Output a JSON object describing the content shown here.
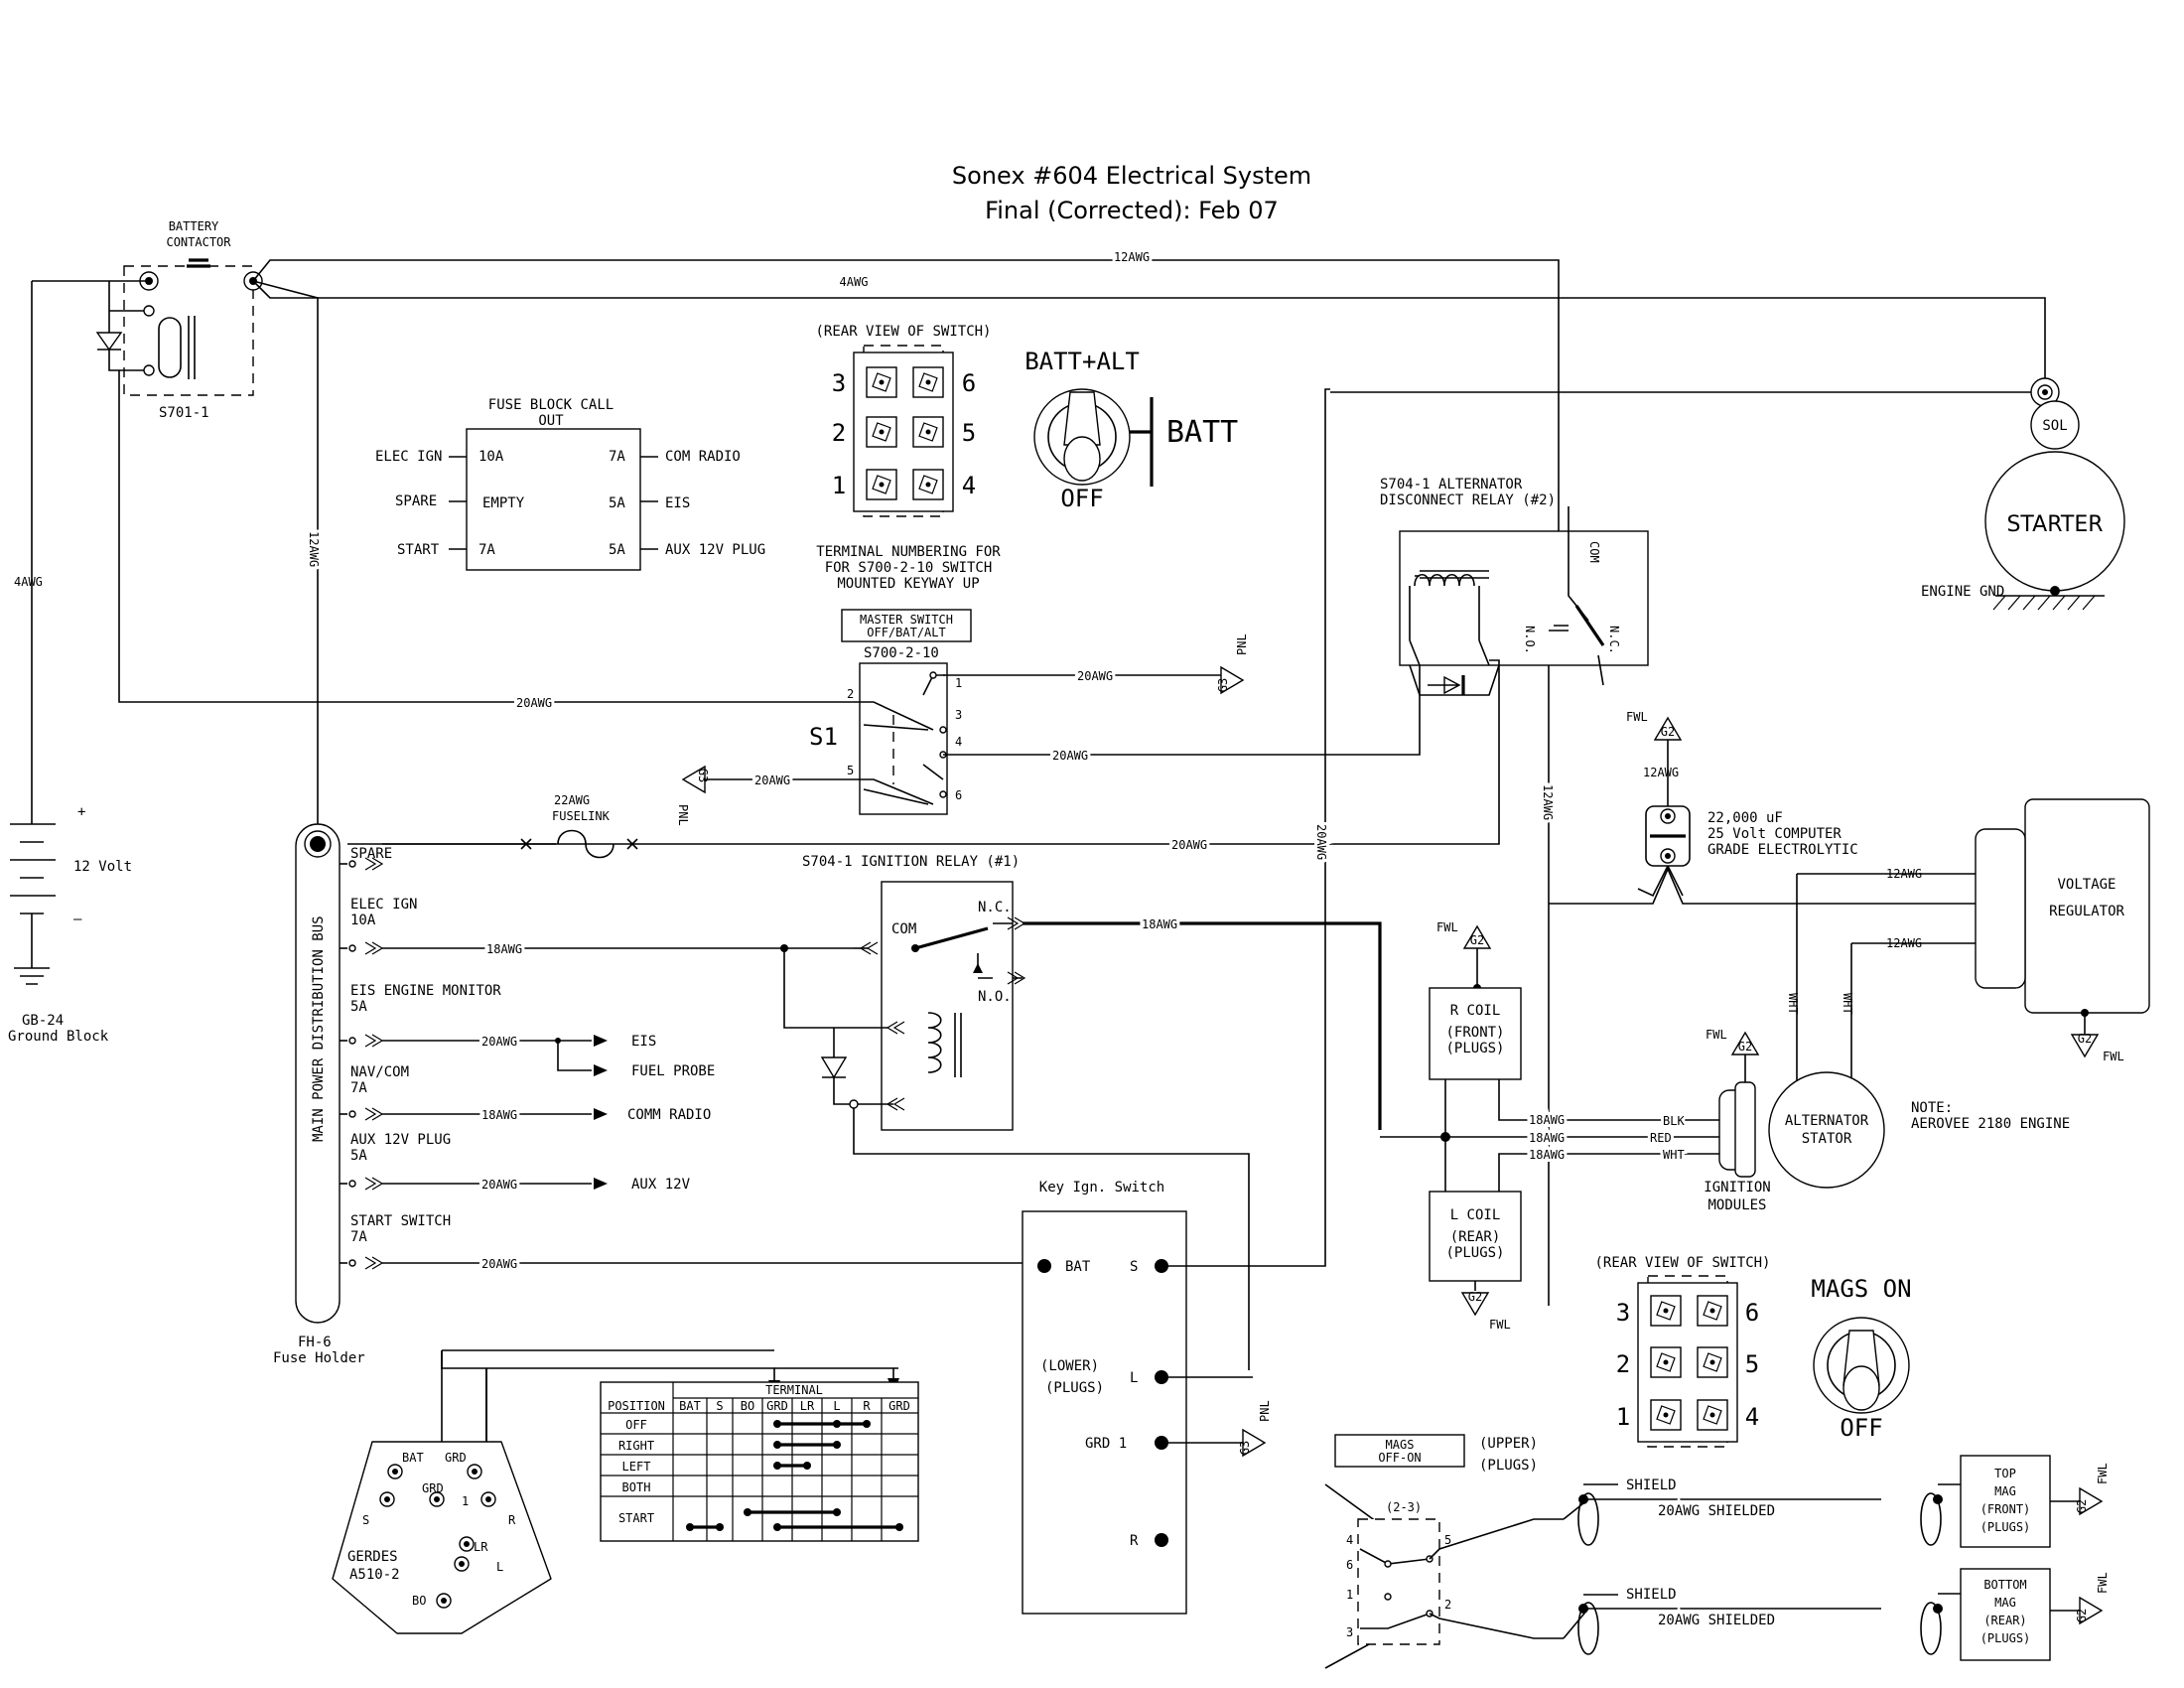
{
  "title": {
    "line1": "Sonex #604 Electrical System",
    "line2": "Final (Corrected): Feb 07"
  },
  "battery_contactor": {
    "label1": "BATTERY",
    "label2": "CONTACTOR",
    "part": "S701-1"
  },
  "battery": {
    "voltage": "12 Volt",
    "plus": "+",
    "minus": "–",
    "ground_block": "GB-24",
    "ground_block_label": "Ground Block"
  },
  "wires": {
    "awg12": "12AWG",
    "awg4": "4AWG",
    "awg20": "20AWG",
    "awg18": "18AWG",
    "awg22": "22AWG",
    "fuselink": "FUSELINK",
    "shielded": "20AWG SHIELDED",
    "wht": "WHT",
    "blk": "BLK",
    "red": "RED",
    "shield": "SHIELD"
  },
  "fuse_block": {
    "title1": "FUSE BLOCK CALL",
    "title2": "OUT",
    "rows": [
      {
        "left_label": "ELEC IGN",
        "left_val": "10A",
        "right_val": "7A",
        "right_label": "COM RADIO"
      },
      {
        "left_label": "SPARE",
        "left_val": "EMPTY",
        "right_val": "5A",
        "right_label": "EIS"
      },
      {
        "left_label": "START",
        "left_val": "7A",
        "right_val": "5A",
        "right_label": "AUX 12V PLUG"
      }
    ]
  },
  "switch_rear_top": {
    "caption": "(REAR VIEW OF SWITCH)",
    "terms": [
      "3",
      "6",
      "2",
      "5",
      "1",
      "4"
    ],
    "note1": "TERMINAL NUMBERING FOR",
    "note2": "FOR S700-2-10 SWITCH",
    "note3": "MOUNTED KEYWAY UP"
  },
  "master_toggle": {
    "top": "BATT+ALT",
    "right": "BATT",
    "bottom": "OFF"
  },
  "master_switch": {
    "label1": "MASTER SWITCH",
    "label2": "OFF/BAT/ALT",
    "part": "S700-2-10",
    "s1": "S1",
    "pins": [
      "1",
      "2",
      "3",
      "4",
      "5",
      "6"
    ]
  },
  "ground_symbols": {
    "g3": "G3",
    "g2": "G2",
    "pnl": "PNL",
    "fwl": "FWL"
  },
  "alt_relay": {
    "label1": "S704-1 ALTERNATOR",
    "label2": "DISCONNECT RELAY (#2)",
    "com": "COM",
    "no": "N.O.",
    "nc": "N.C."
  },
  "starter": {
    "sol": "SOL",
    "starter": "STARTER",
    "engine_gnd": "ENGINE GND"
  },
  "capacitor": {
    "value": "22,000 uF",
    "volt": "25 Volt COMPUTER",
    "grade": "GRADE ELECTROLYTIC"
  },
  "regulator": {
    "label1": "VOLTAGE",
    "label2": "REGULATOR"
  },
  "bus": {
    "label": "MAIN POWER DISTRIBUTION BUS",
    "holder": "FH-6",
    "holder_label": "Fuse Holder"
  },
  "bus_circuits": [
    {
      "name": "SPARE",
      "amps": ""
    },
    {
      "name": "ELEC IGN",
      "amps": "10A"
    },
    {
      "name": "EIS ENGINE MONITOR",
      "amps": "5A"
    },
    {
      "name": "NAV/COM",
      "amps": "7A"
    },
    {
      "name": "AUX 12V PLUG",
      "amps": "5A"
    },
    {
      "name": "START SWITCH",
      "amps": "7A"
    }
  ],
  "destinations": {
    "eis": "EIS",
    "fuel": "FUEL PROBE",
    "comm": "COMM RADIO",
    "aux": "AUX 12V"
  },
  "ign_relay": {
    "label": "S704-1 IGNITION RELAY (#1)",
    "com": "COM",
    "nc": "N.C.",
    "no": "N.O."
  },
  "coils": {
    "r": {
      "l1": "R COIL",
      "l2": "(FRONT)",
      "l3": "(PLUGS)"
    },
    "l": {
      "l1": "L COIL",
      "l2": "(REAR)",
      "l3": "(PLUGS)"
    }
  },
  "alternator": {
    "l1": "ALTERNATOR",
    "l2": "STATOR",
    "mod1": "IGNITION",
    "mod2": "MODULES"
  },
  "note": {
    "l1": "NOTE:",
    "l2": "AEROVEE 2180 ENGINE"
  },
  "key_switch": {
    "title": "Key Ign. Switch",
    "bat": "BAT",
    "s": "S",
    "lower1": "(LOWER)",
    "lower2": "(PLUGS)",
    "l": "L",
    "grd": "GRD 1",
    "r": "R"
  },
  "terminal_table": {
    "group": "TERMINAL",
    "headers": [
      "POSITION",
      "BAT",
      "S",
      "BO",
      "GRD",
      "LR",
      "L",
      "R",
      "GRD"
    ],
    "rows": [
      "OFF",
      "RIGHT",
      "LEFT",
      "BOTH",
      "START"
    ]
  },
  "gerdes": {
    "l1": "GERDES",
    "l2": "A510-2",
    "bat": "BAT",
    "grd": "GRD",
    "s": "S",
    "grd1": "GRD",
    "one": "1",
    "r": "R",
    "lr": "LR",
    "l": "L",
    "bo": "BO"
  },
  "switch_rear_bottom": {
    "caption": "(REAR VIEW OF SWITCH)",
    "terms": [
      "3",
      "6",
      "2",
      "5",
      "1",
      "4"
    ]
  },
  "mags_toggle": {
    "top": "MAGS ON",
    "bottom": "OFF"
  },
  "mags_switch": {
    "label1": "MAGS",
    "label2": "OFF-ON",
    "upper1": "(UPPER)",
    "upper2": "(PLUGS)",
    "mid": "(2-3)",
    "pins": [
      "4",
      "6",
      "1",
      "3",
      "5",
      "2"
    ]
  },
  "mags": {
    "top": {
      "l1": "TOP",
      "l2": "MAG",
      "l3": "(FRONT)",
      "l4": "(PLUGS)"
    },
    "bottom": {
      "l1": "BOTTOM",
      "l2": "MAG",
      "l3": "(REAR)",
      "l4": "(PLUGS)"
    }
  }
}
